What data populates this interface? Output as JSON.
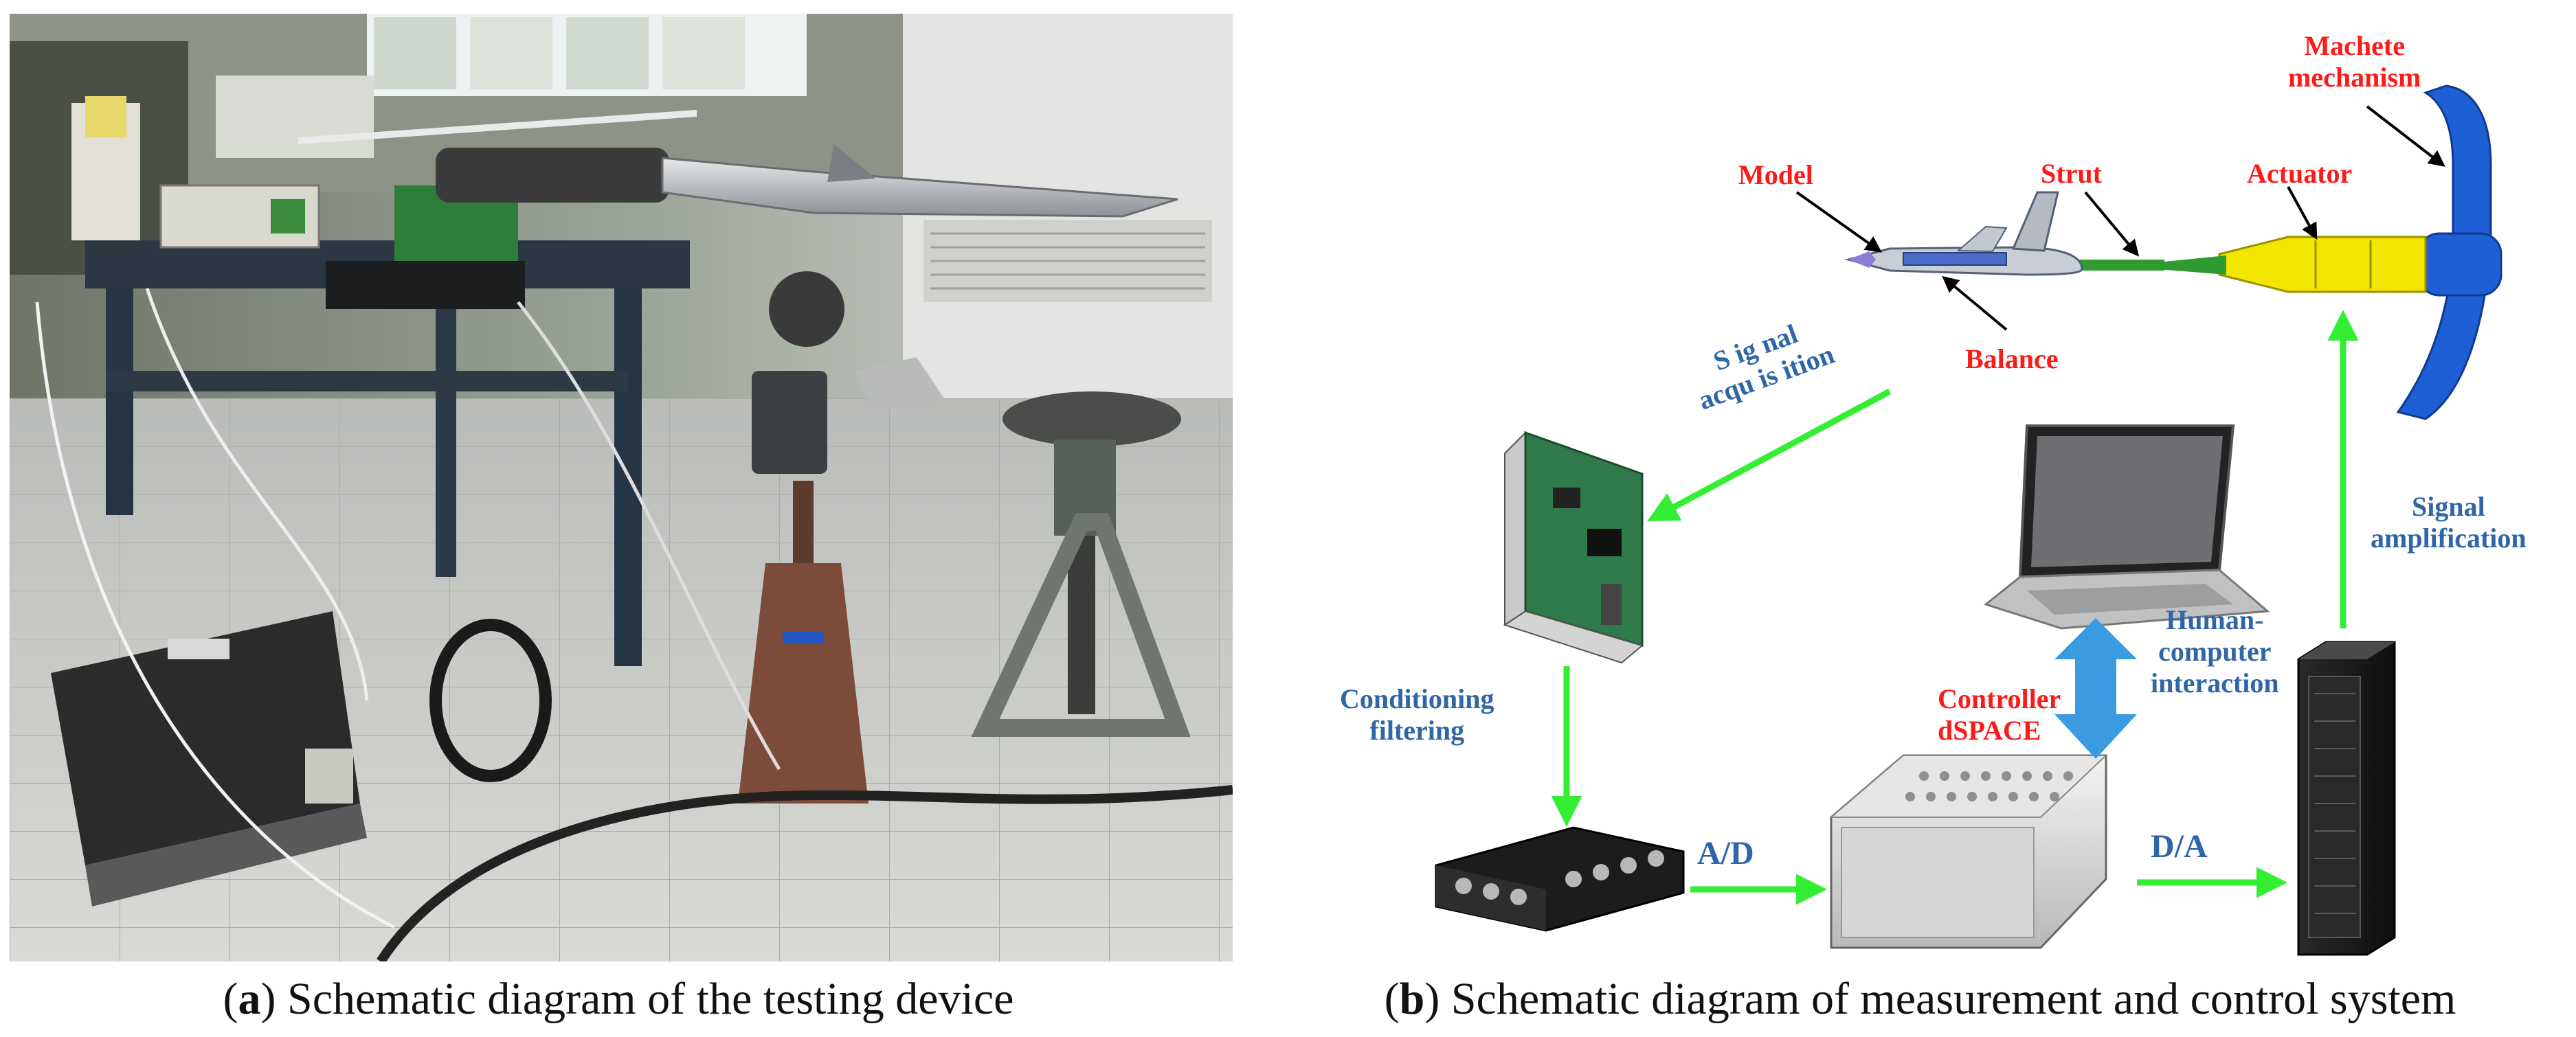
{
  "figure": {
    "panel_a": {
      "caption_letter": "a",
      "caption_text": " Schematic diagram of the testing device"
    },
    "panel_b": {
      "caption_letter": "b",
      "caption_text": " Schematic diagram of measurement and control system",
      "labels": {
        "machete": "Machete\nmechanism",
        "model": "Model",
        "strut": "Strut",
        "actuator": "Actuator",
        "balance": "Balance",
        "signal_acquisition": "S ig nal\nacqu is ition",
        "signal_amplification": "Signal\namplification",
        "human_computer": "Human-\ncomputer\ninteraction",
        "controller": "Controller\ndSPACE",
        "conditioning": "Conditioning\nfiltering",
        "ad": "A/D",
        "da": "D/A"
      }
    },
    "colors": {
      "red_label": "#ff1a1a",
      "blue_label": "#2e66a8",
      "green_arrow": "#33ee33",
      "blue_arrow": "#3a9be0",
      "machete_blue": "#1f5fd6",
      "actuator_yellow": "#f2e600",
      "strut_green": "#2f9a2f"
    }
  }
}
